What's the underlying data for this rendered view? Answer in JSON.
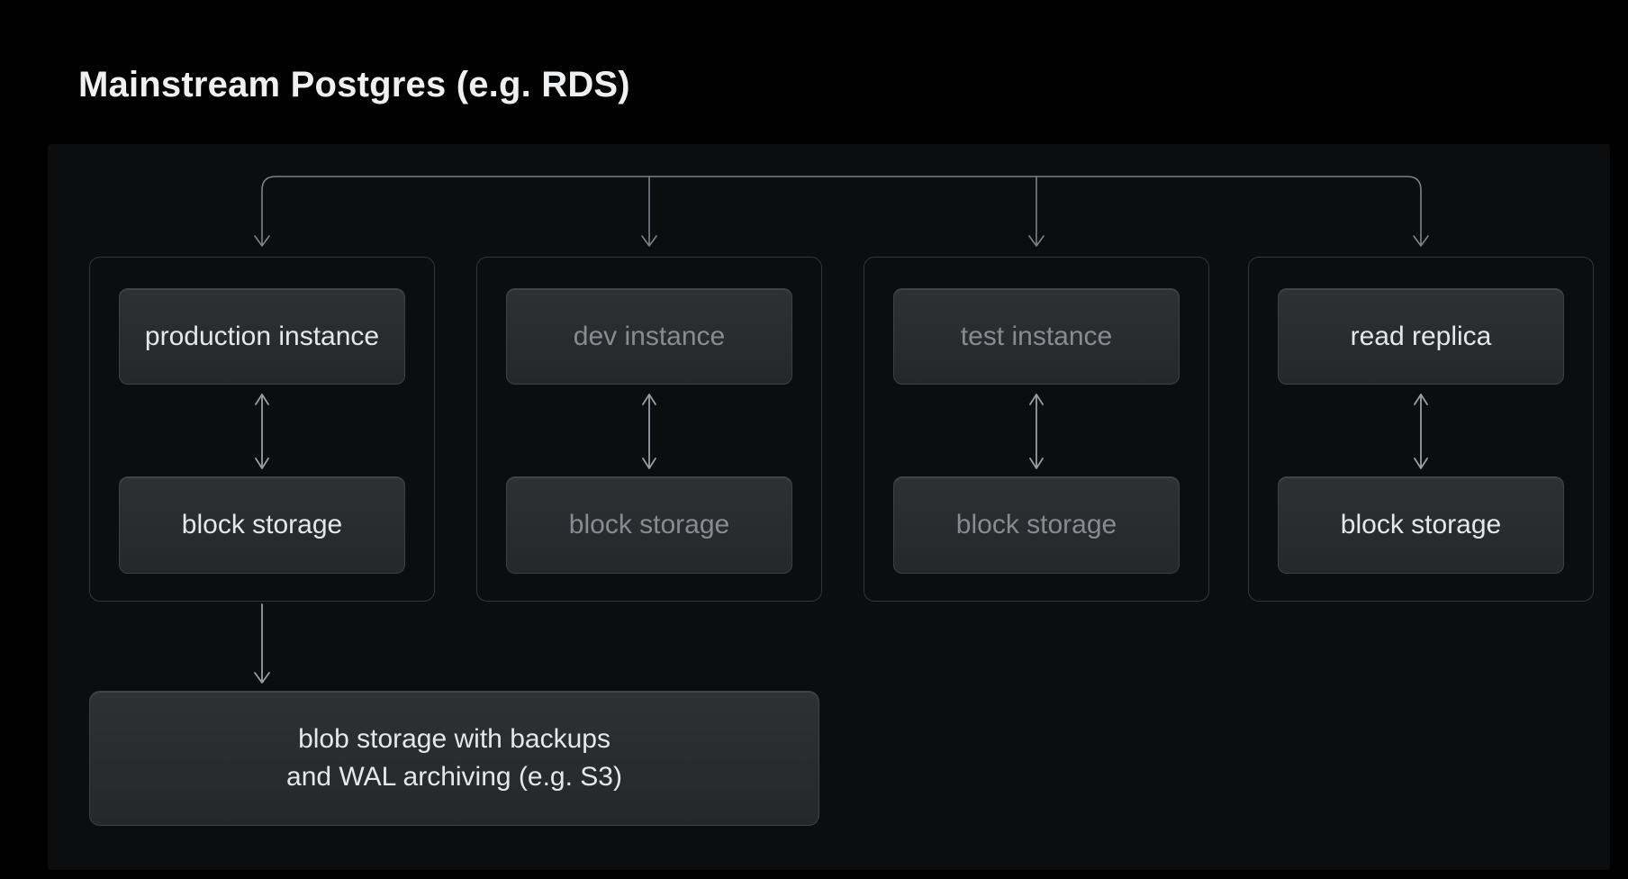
{
  "title": "Mainstream Postgres (e.g. RDS)",
  "diagram": {
    "groups": [
      {
        "id": "production",
        "instance_label": "production instance",
        "storage_label": "block storage",
        "emphasis": "bright"
      },
      {
        "id": "dev",
        "instance_label": "dev instance",
        "storage_label": "block storage",
        "emphasis": "dim"
      },
      {
        "id": "test",
        "instance_label": "test instance",
        "storage_label": "block storage",
        "emphasis": "dim"
      },
      {
        "id": "read-replica",
        "instance_label": "read replica",
        "storage_label": "block storage",
        "emphasis": "bright"
      }
    ],
    "blob": {
      "label_line1": "blob storage with backups",
      "label_line2": "and WAL archiving (e.g. S3)"
    },
    "connector_icons": [
      "fan-out-down-arrows",
      "bidirectional-arrow",
      "down-arrow"
    ]
  },
  "colors": {
    "background": "#000000",
    "panel": "#0c0d0f",
    "group_border": "#33353a",
    "node_fill_top": "#2e3034",
    "node_fill_bottom": "#25272b",
    "node_border": "#3e4045",
    "connector": "#7e8187",
    "arrow": "#999ca1",
    "text_bright": "#e5e7e9",
    "text_dim": "#888b90",
    "title": "#eef0f2"
  }
}
